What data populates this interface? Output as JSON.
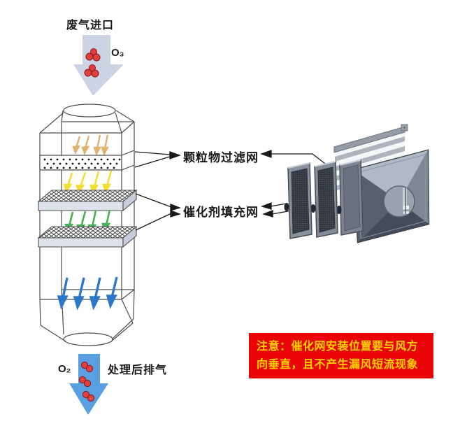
{
  "labels": {
    "gas_inlet": "废气进口",
    "ozone": "O₃",
    "particulate_filter": "颗粒物过滤网",
    "catalyst_mesh": "催化剂填充网",
    "oxygen": "O₂",
    "gas_outlet": "处理后排气"
  },
  "notice": {
    "line1": "注意：催化网安装位置要与风方",
    "line2": "向垂直，且不产生漏风短流现象",
    "background": "#ea0606",
    "text_color": "#ffd100"
  },
  "colors": {
    "inlet_flow_arrow": "#ccd4e3",
    "outlet_flow_arrow": "#58a0e2",
    "molecule_red": "#e04040",
    "stage_arrow_top": "#dfb271",
    "stage_arrow_yellow": "#f2df33",
    "stage_arrow_green": "#45b054",
    "stage_arrow_blue": "#2d77c9",
    "wireframe": "#4d4d4d"
  }
}
